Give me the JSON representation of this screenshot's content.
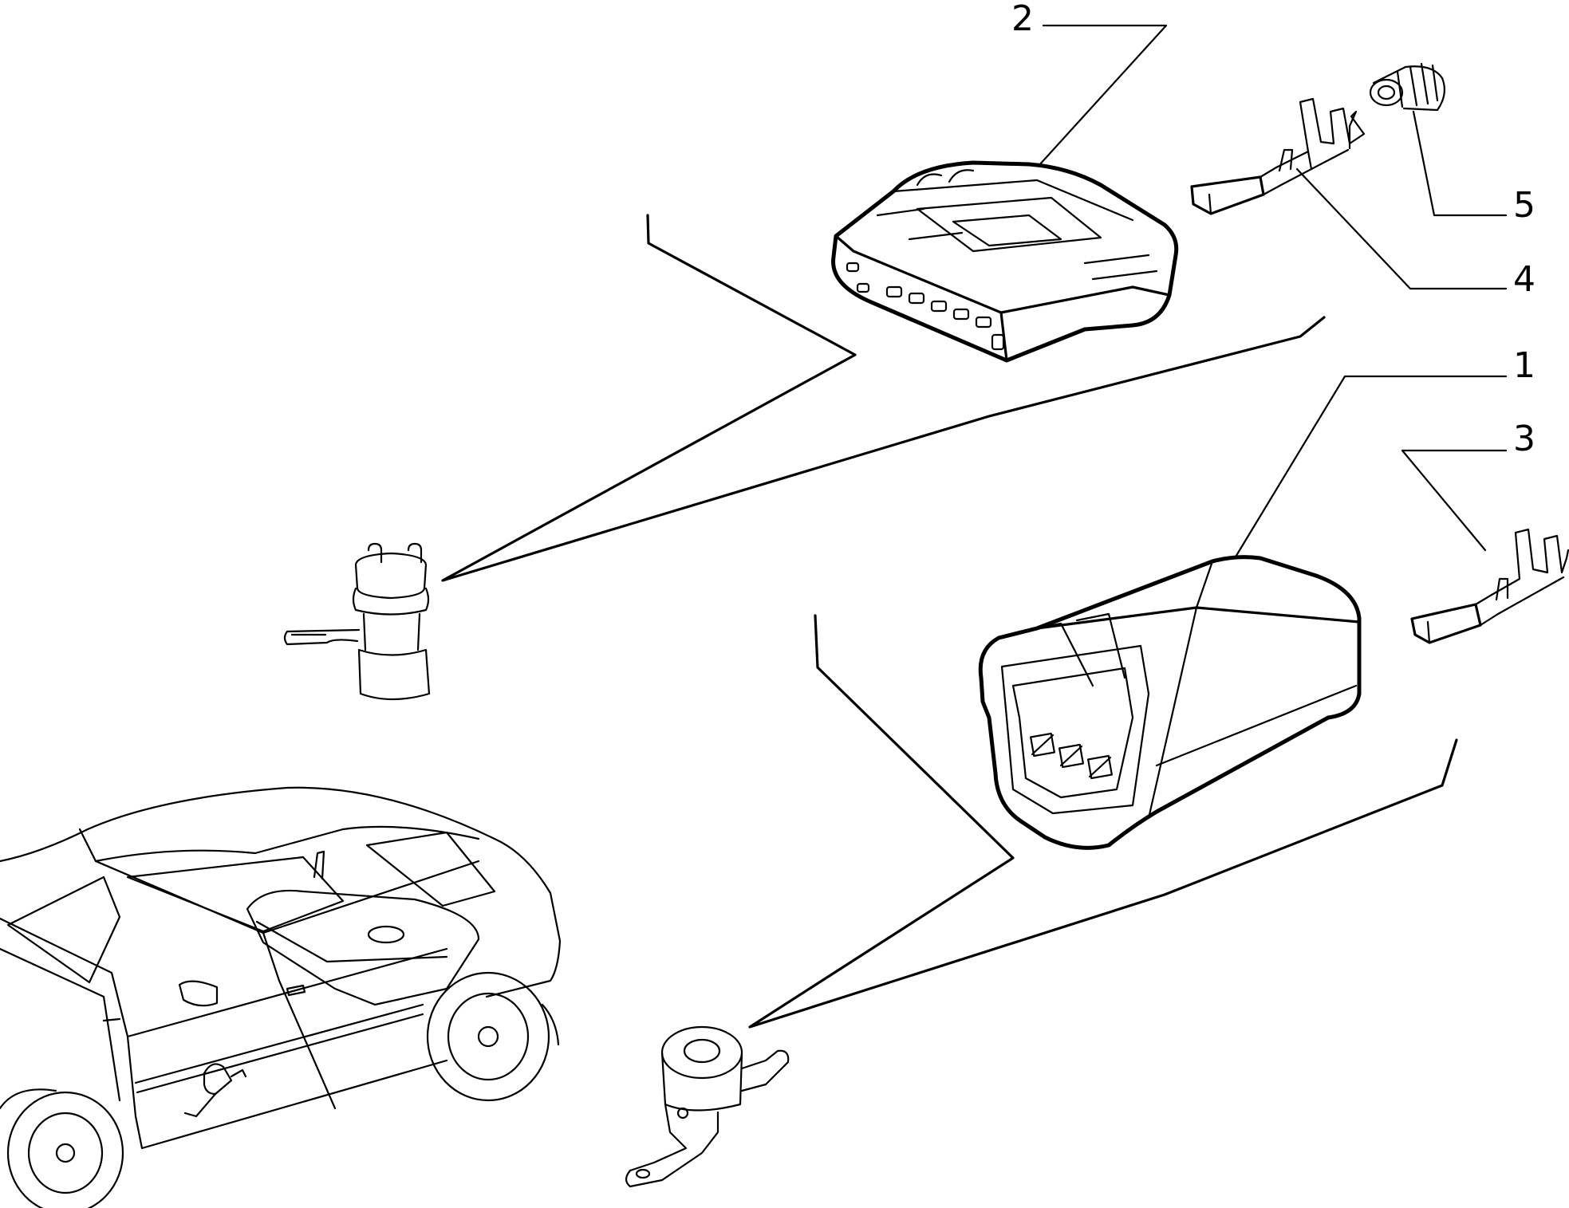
{
  "callouts": [
    {
      "label": "1"
    },
    {
      "label": "2"
    },
    {
      "label": "3"
    },
    {
      "label": "4"
    },
    {
      "label": "5"
    }
  ],
  "colors": {
    "stroke": "#000000",
    "background": "#ffffff"
  }
}
